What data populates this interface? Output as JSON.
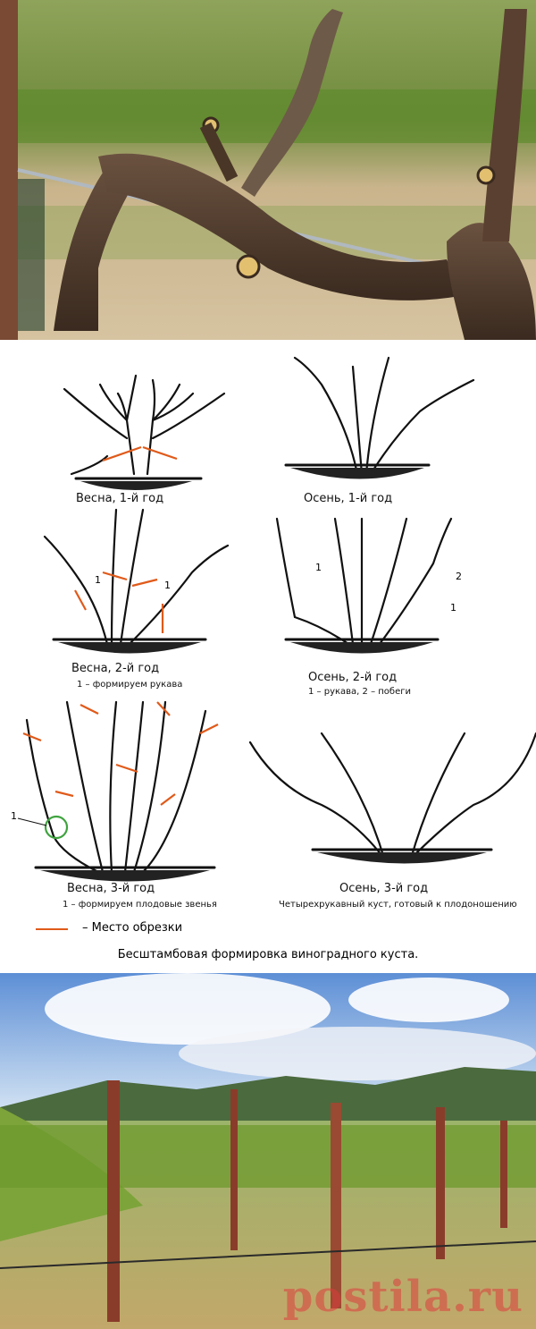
{
  "diagram": {
    "panels": [
      {
        "caption": "Весна, 1-й год",
        "subcaption": ""
      },
      {
        "caption": "Осень, 1-й год",
        "subcaption": ""
      },
      {
        "caption": "Весна, 2-й год",
        "subcaption": "1 – формируем рукава"
      },
      {
        "caption": "Осень, 2-й год",
        "subcaption": "1 – рукава, 2 – побеги"
      },
      {
        "caption": "Весна, 3-й год",
        "subcaption": "1 – формируем плодовые звенья"
      },
      {
        "caption": "Осень, 3-й год",
        "subcaption": "Четырехрукавный куст, готовый к плодоношению"
      }
    ],
    "markers": {
      "one": "1",
      "two": "2"
    },
    "legend": {
      "text": "– Место обрезки",
      "color": "#e05a1a"
    },
    "title": "Бесштамбовая формировка виноградного куста."
  },
  "watermark": "postila.ru"
}
